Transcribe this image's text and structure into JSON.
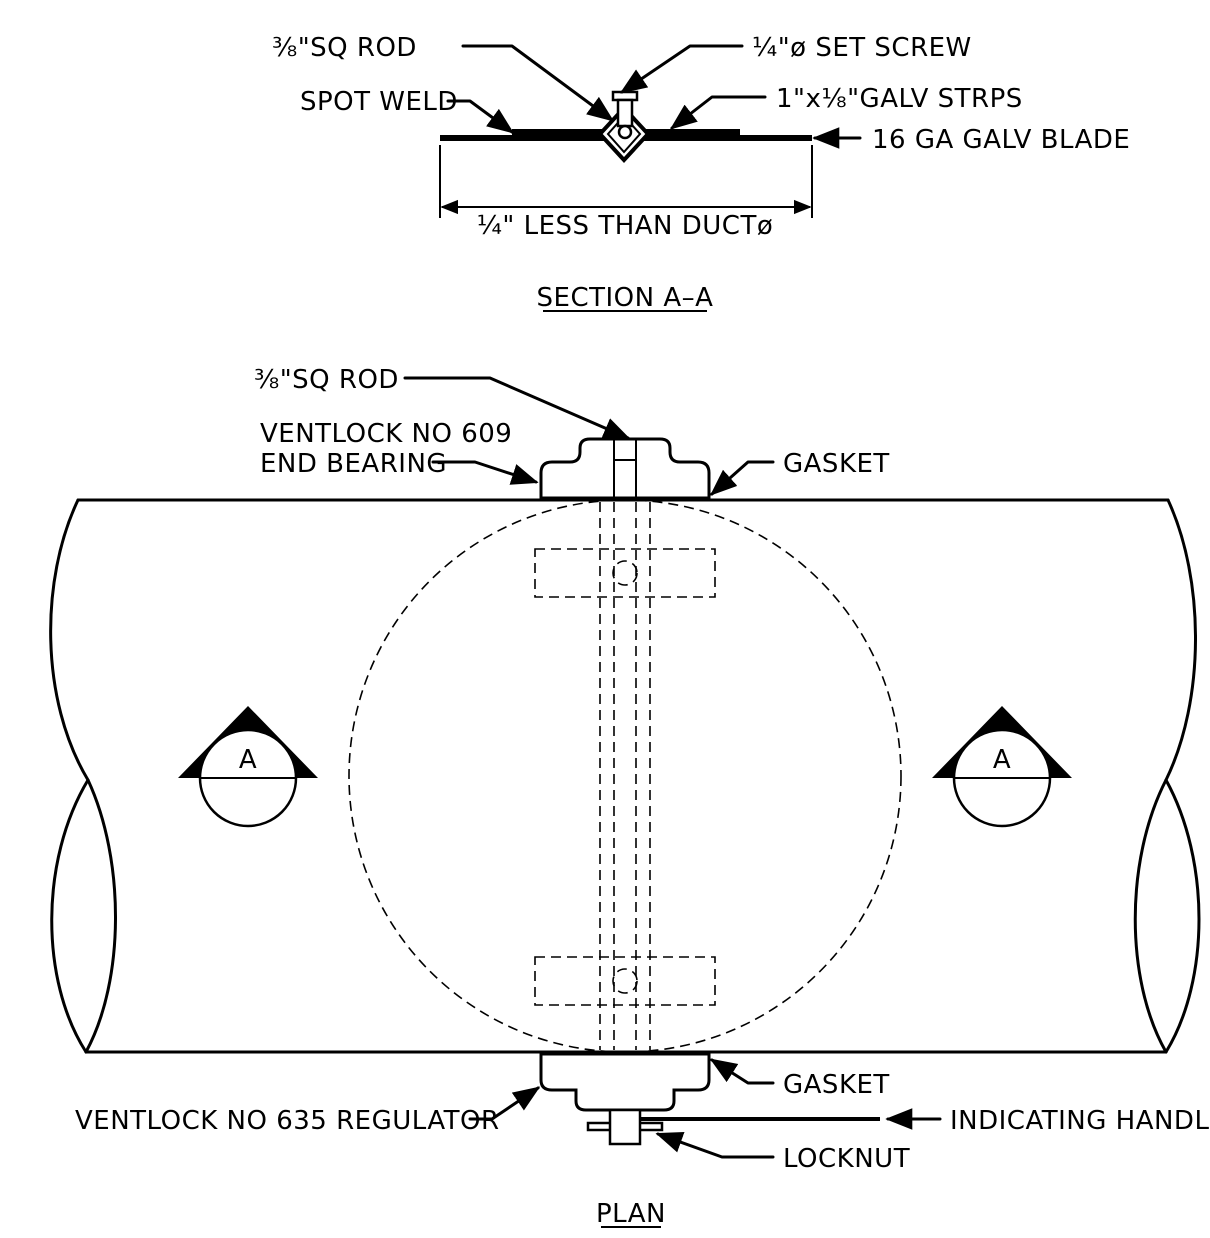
{
  "section": {
    "title": "SECTION A–A",
    "labels": {
      "sq_rod": "⅜\"SQ ROD",
      "set_screw": "¼\"ø SET SCREW",
      "spot_weld": "SPOT WELD",
      "galv_straps": "1\"x⅛\"GALV STRPS",
      "blade": "16 GA GALV BLADE",
      "dimension": "¼\" LESS THAN DUCTø"
    }
  },
  "plan": {
    "title": "PLAN",
    "labels": {
      "sq_rod": "⅜\"SQ ROD",
      "end_bearing_line1": "VENTLOCK NO 609",
      "end_bearing_line2": "END BEARING",
      "gasket_top": "GASKET",
      "gasket_bottom": "GASKET",
      "regulator": "VENTLOCK NO 635 REGULATOR",
      "indicating_handle": "INDICATING HANDLE",
      "locknut": "LOCKNUT",
      "section_marker_left": "A",
      "section_marker_right": "A"
    }
  }
}
